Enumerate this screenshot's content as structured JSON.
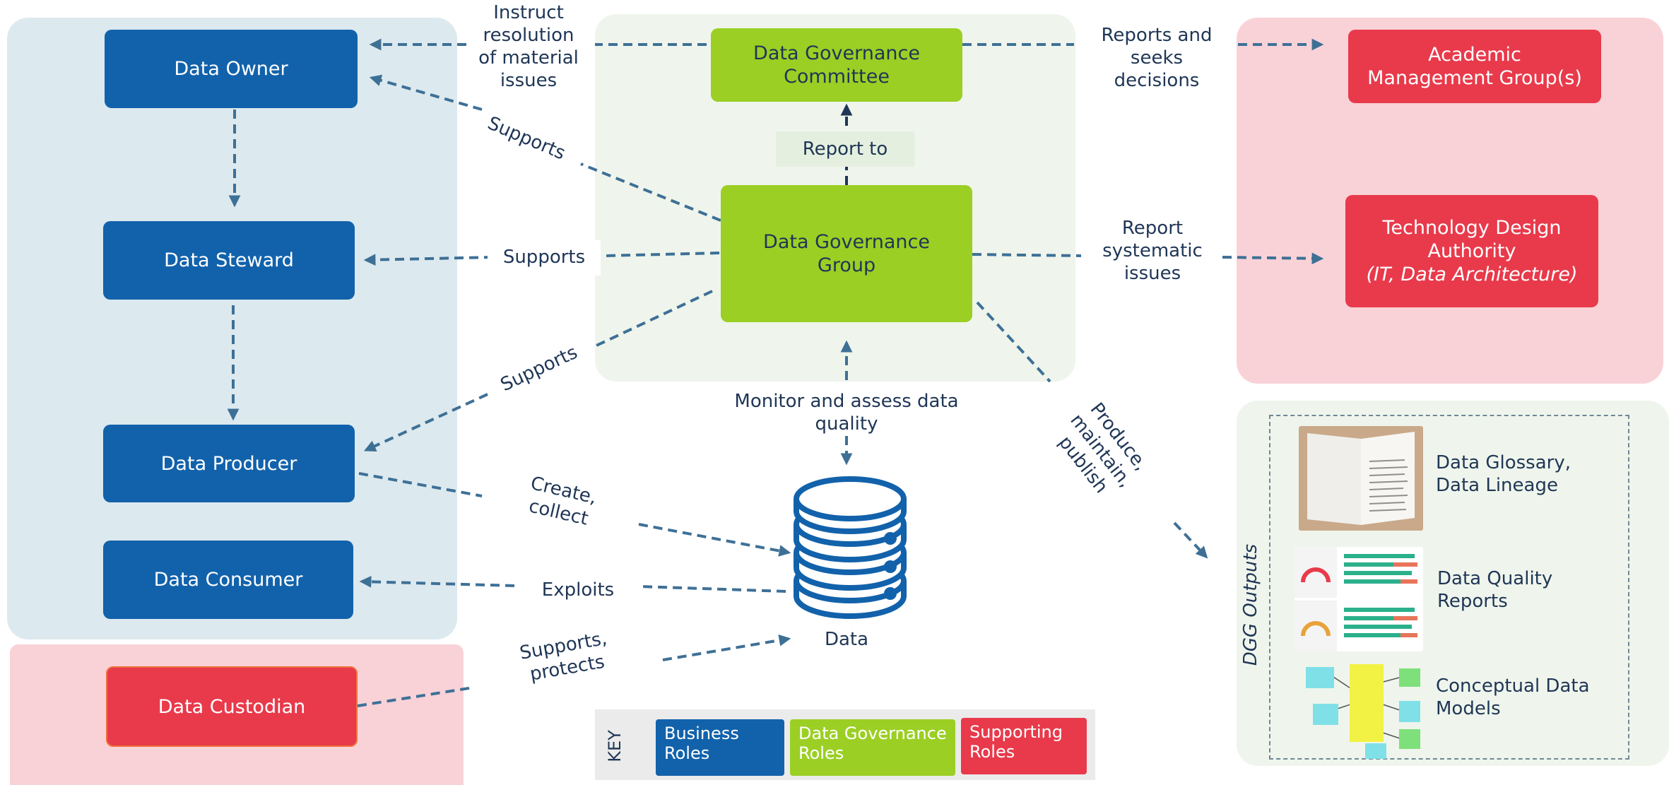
{
  "roles": {
    "data_owner": "Data Owner",
    "data_steward": "Data Steward",
    "data_producer": "Data Producer",
    "data_consumer": "Data Consumer",
    "data_custodian": "Data Custodian",
    "committee": [
      "Data Governance",
      "Committee"
    ],
    "group": [
      "Data Governance",
      "Group"
    ],
    "academic": [
      "Academic",
      "Management Group(s)"
    ],
    "tda": [
      "Technology Design",
      "Authority",
      "(IT, Data Architecture)"
    ]
  },
  "labels": {
    "instruct": [
      "Instruct",
      "resolution",
      "of material",
      "issues"
    ],
    "reports_seeks": [
      "Reports and",
      "seeks",
      "decisions"
    ],
    "report_to": "Report to",
    "supports_1": "Supports",
    "supports_2": "Supports",
    "supports_3": "Supports",
    "report_systematic": [
      "Report",
      "systematic",
      "issues"
    ],
    "monitor": [
      "Monitor and assess data",
      "quality"
    ],
    "create_collect": [
      "Create,",
      "collect"
    ],
    "exploits": "Exploits",
    "supports_protects": [
      "Supports,",
      "protects"
    ],
    "produce": [
      "Produce,",
      "maintain,",
      "publish"
    ],
    "data": "Data"
  },
  "outputs": {
    "title": "DGG Outputs",
    "items": [
      [
        "Data Glossary,",
        "Data Lineage"
      ],
      [
        "Data Quality",
        "Reports"
      ],
      [
        "Conceptual Data",
        "Models"
      ]
    ]
  },
  "key": {
    "title": "KEY",
    "items": [
      [
        "Business",
        "Roles"
      ],
      [
        "Data Governance",
        "Roles"
      ],
      [
        "Supporting",
        "Roles"
      ]
    ]
  },
  "colors": {
    "business": "#1262ab",
    "governance": "#9bcf24",
    "supporting": "#e83a4b",
    "arrow": "#3e7096"
  }
}
